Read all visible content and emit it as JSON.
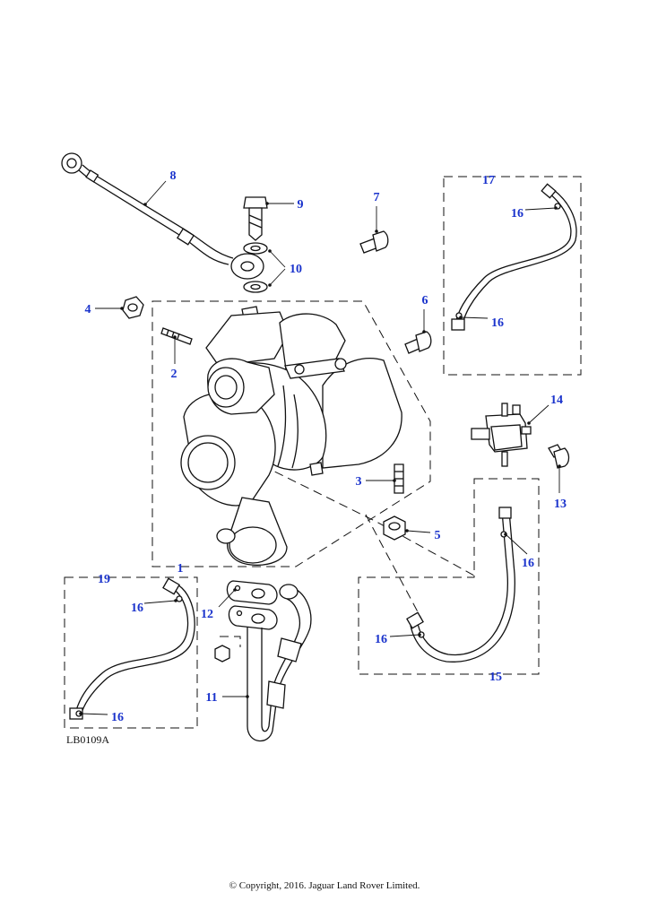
{
  "diagram": {
    "reference_code": "LB0109A",
    "copyright": "© Copyright, 2016. Jaguar Land Rover Limited.",
    "callouts": {
      "c1": "1",
      "c2": "2",
      "c3": "3",
      "c4": "4",
      "c5": "5",
      "c6": "6",
      "c7": "7",
      "c8": "8",
      "c9": "9",
      "c10": "10",
      "c11": "11",
      "c12": "12",
      "c13": "13",
      "c14": "14",
      "c15": "15",
      "c16a": "16",
      "c16b": "16",
      "c16c": "16",
      "c16d": "16",
      "c16e": "16",
      "c16f": "16",
      "c17": "17",
      "c19": "19"
    },
    "colors": {
      "callout": "#1a33cc",
      "line": "#111111",
      "background": "#ffffff"
    }
  }
}
